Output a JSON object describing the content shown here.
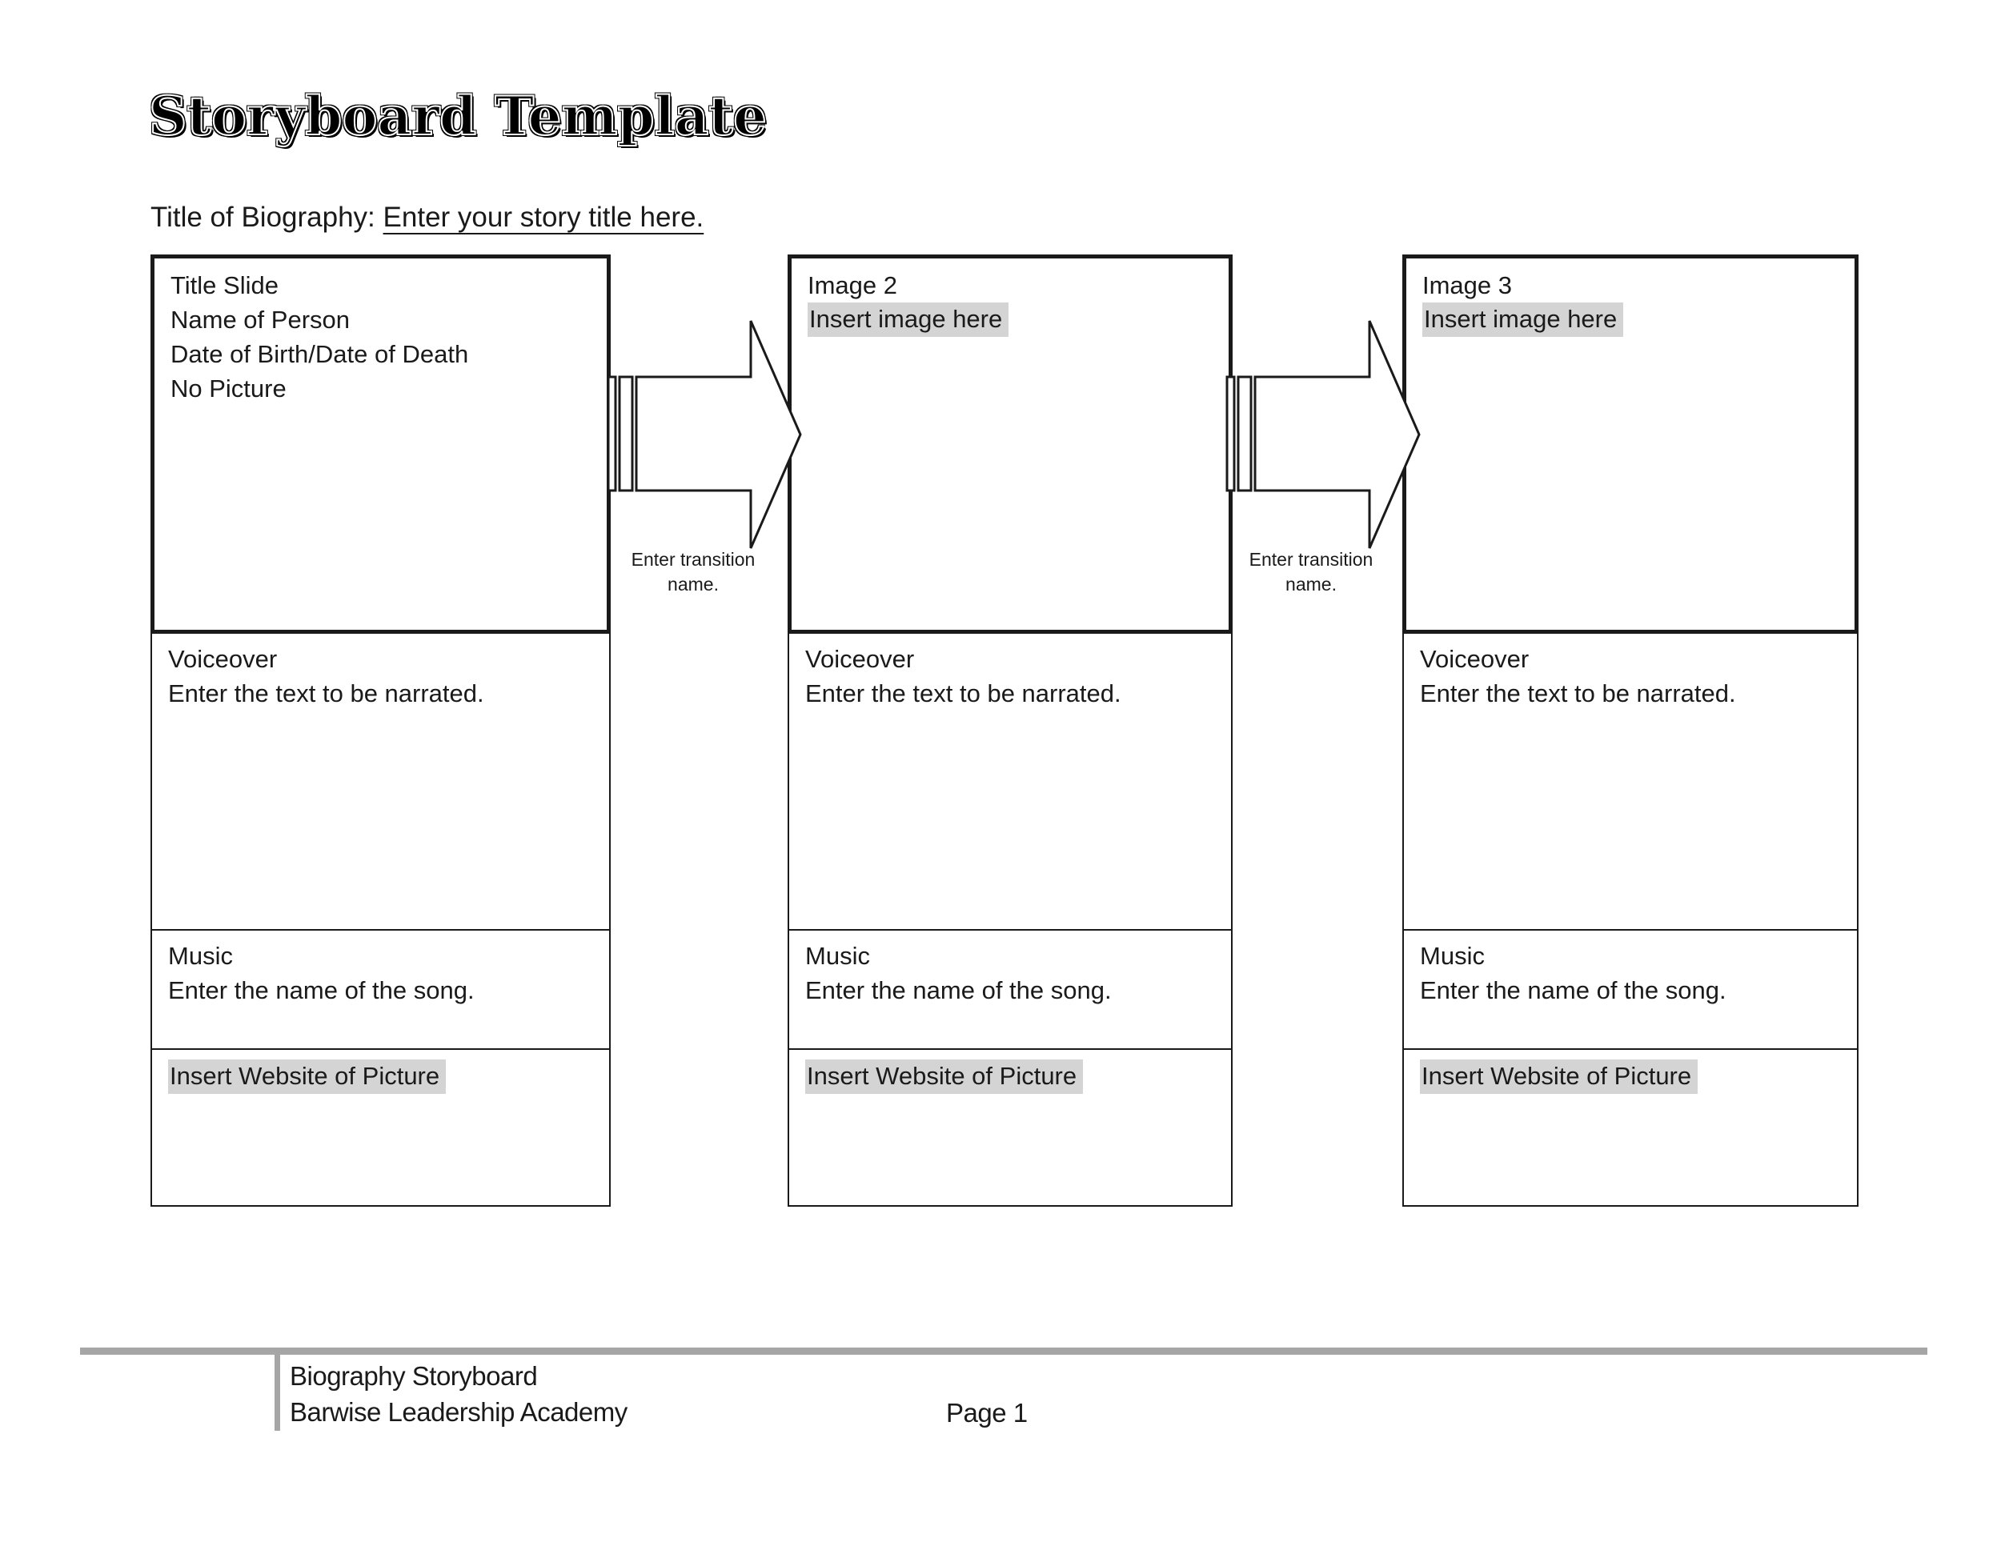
{
  "page_title": "Storyboard Template",
  "biography": {
    "label": "Title of Biography:",
    "placeholder": "Enter your story title here."
  },
  "panels": [
    {
      "slide": {
        "lines": [
          "Title Slide",
          "Name of Person",
          "Date of Birth/Date of Death",
          "No Picture"
        ]
      },
      "voiceover": {
        "label": "Voiceover",
        "placeholder": "Enter the text to be narrated."
      },
      "music": {
        "label": "Music",
        "placeholder": "Enter the name of the song."
      },
      "website": {
        "placeholder": "Insert Website of Picture"
      }
    },
    {
      "slide": {
        "title": "Image 2",
        "placeholder": "Insert image here"
      },
      "voiceover": {
        "label": "Voiceover",
        "placeholder": "Enter the text to be narrated."
      },
      "music": {
        "label": "Music",
        "placeholder": "Enter the name of the song."
      },
      "website": {
        "placeholder": "Insert Website of Picture"
      }
    },
    {
      "slide": {
        "title": "Image 3",
        "placeholder": "Insert image here"
      },
      "voiceover": {
        "label": "Voiceover",
        "placeholder": "Enter the text to be narrated."
      },
      "music": {
        "label": "Music",
        "placeholder": "Enter the name of the song."
      },
      "website": {
        "placeholder": "Insert Website of Picture"
      }
    }
  ],
  "transitions": [
    {
      "label": "Enter transition name."
    },
    {
      "label": "Enter transition name."
    }
  ],
  "footer": {
    "line1": "Biography Storyboard",
    "line2": "Barwise Leadership Academy",
    "page": "Page 1"
  },
  "colors": {
    "highlight": "#d4d4d4",
    "footer_rule": "#a6a6a6",
    "ink": "#1a1a1a"
  }
}
